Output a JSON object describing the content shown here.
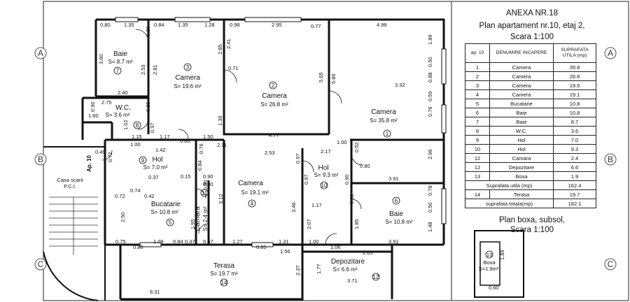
{
  "annex": {
    "title": "ANEXA NR.18",
    "plan_line1": "Plan apartament nr.10, etaj 2,",
    "plan_line2": "Scara 1:100"
  },
  "grid_labels": {
    "a": "A",
    "b": "B",
    "c": "C"
  },
  "legend": {
    "headers": [
      "ap. 10",
      "DENUMIRE INCAPERE",
      "SUPRAFATA UTILA (mp)"
    ],
    "rows": [
      {
        "n": "1",
        "name": "Camera",
        "area": "35.8"
      },
      {
        "n": "2",
        "name": "Camera",
        "area": "26.8"
      },
      {
        "n": "3",
        "name": "Camera",
        "area": "19.6"
      },
      {
        "n": "4",
        "name": "Camera",
        "area": "19.1"
      },
      {
        "n": "5",
        "name": "Bucatarie",
        "area": "10.8"
      },
      {
        "n": "6",
        "name": "Baie",
        "area": "10,8"
      },
      {
        "n": "7",
        "name": "Baie",
        "area": "8.7"
      },
      {
        "n": "8",
        "name": "W.C.",
        "area": "3.6"
      },
      {
        "n": "9",
        "name": "Hol",
        "area": "7.0"
      },
      {
        "n": "10",
        "name": "Hol",
        "area": "9.3"
      },
      {
        "n": "12",
        "name": "Camara",
        "area": "2.4"
      },
      {
        "n": "12",
        "name": "Depozitare",
        "area": "6.6"
      },
      {
        "n": "13",
        "name": "Boxa",
        "area": "1.9"
      }
    ],
    "util_label": "Suprafata utila (mp)",
    "util_value": "162.4",
    "terrace_row": {
      "n": "14",
      "name": "Terasa",
      "area": "19.7"
    },
    "total_label": "suprafata totala(mp)",
    "total_value": "182.1"
  },
  "box_plan": {
    "line1": "Plan boxa, subsol,",
    "line2": "Scara 1:100",
    "room": "Boxa",
    "area": "S=1.9m²",
    "num": "13",
    "d1": "1.89",
    "d2": "0.60"
  },
  "rooms": [
    {
      "name": "Baie",
      "area": "S= 8.7 m²",
      "num": "7"
    },
    {
      "name": "Camera",
      "area": "S= 19.6 m²",
      "num": "3"
    },
    {
      "name": "Camera",
      "area": "S= 26.8 m²",
      "num": "2"
    },
    {
      "name": "Camera",
      "area": "S= 35.8 m²",
      "num": "1"
    },
    {
      "name": "W.C.",
      "area": "S= 3.6 m²",
      "num": "8"
    },
    {
      "name": "Hol",
      "area": "S= 7.0 m²",
      "num": "9"
    },
    {
      "name": "Hol",
      "area": "S= 9.3 m²",
      "num": "10"
    },
    {
      "name": "Camera",
      "area": "S= 19.1 m²",
      "num": "4"
    },
    {
      "name": "Bucatarie",
      "area": "S= 10.8 m²",
      "num": "5"
    },
    {
      "name": "Camara",
      "area": "S= 2.4 m²",
      "num": "11"
    },
    {
      "name": "Baie",
      "area": "S= 10.8 m²",
      "num": "6"
    },
    {
      "name": "Terasa",
      "area": "S= 19.7 m²",
      "num": "14"
    },
    {
      "name": "Depozitare",
      "area": "S= 6.6 m²",
      "num": "12"
    }
  ],
  "stair": {
    "line1": "Casa scarii",
    "line2": "P.C.I.",
    "apt": "Ap. 10"
  },
  "dims": [
    "0.80",
    "1.35",
    "0.84",
    "1.35",
    "1.28",
    "0.98",
    "2.95",
    "0.77",
    "4.98",
    "0.80",
    "3.60",
    "2.53",
    "2.81",
    "2.85",
    "2.41",
    "0.71",
    "5.65",
    "5.89",
    "1.89",
    "0.50",
    "0.88",
    "2.40",
    "3.32",
    "2.75",
    "0.90",
    "1.60",
    "0.80",
    "0.97",
    "1.39",
    "0.76",
    "0.59",
    "1.02",
    "1.15",
    "1.17",
    "1.50",
    "4.77",
    "0.80",
    "1.00",
    "1.42",
    "0.76",
    "2.11",
    "2.53",
    "2.17",
    "1.00",
    "0.52",
    "2.96",
    "0.49",
    "0.72",
    "0.84",
    "0.97",
    "0.80",
    "0.15",
    "0.90",
    "0.37",
    "0.80",
    "0.97",
    "0.90",
    "0.74",
    "0.42",
    "0.72",
    "0.80",
    "3.12",
    "3.46",
    "1.17",
    "3.91",
    "0.78",
    "0.61",
    "0.50",
    "1.85",
    "2.50",
    "2.07",
    "1.48",
    "0.75",
    "0.80",
    "1.09",
    "0.84",
    "0.37",
    "0.57",
    "1.27",
    "0.85",
    "1.31",
    "1.00",
    "1.06",
    "3.91",
    "1.56",
    "2.05",
    "1.95",
    "1.77",
    "2.37",
    "3.71",
    "8.31"
  ]
}
